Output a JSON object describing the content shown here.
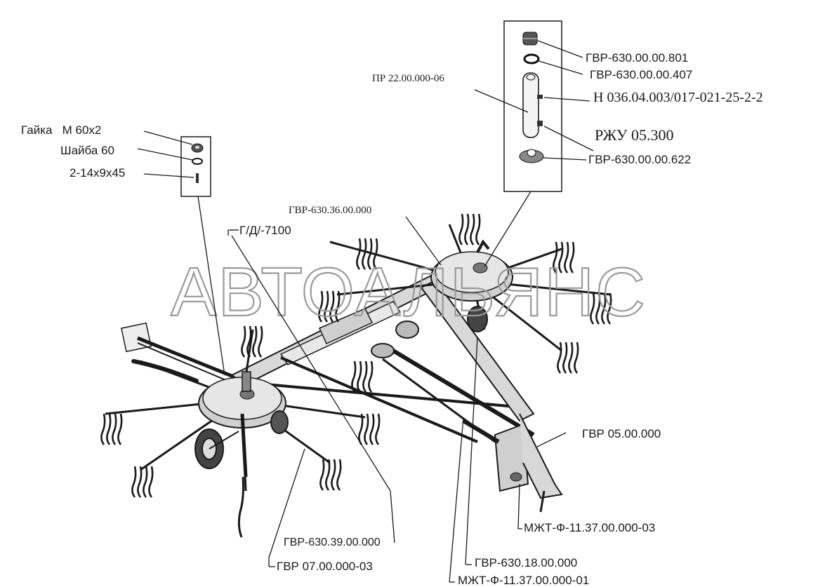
{
  "watermark": "АВТОАЛЬЯНС",
  "labels": {
    "nut_m60": "Гайка   М 60х2",
    "washer60": "Шайба 60",
    "key_2_14": "2-14х9х45",
    "gvr_801": "ГВР-630.00.00.801",
    "gvr_407": "ГВР-630.00.00.407",
    "pr22": "ПР 22.00.000-06",
    "n036": "Н 036.04.003/017-021-25-2-2",
    "rzhu": "РЖУ 05.300",
    "gvr_622": "ГВР-630.00.00.622",
    "gvr_36": "ГВР-630.36.00.000",
    "gd7100": "Г/Д/-7100",
    "gvr05": "ГВР 05.00.000",
    "mzht_03": "МЖТ-Ф-11.37.00.000-03",
    "gvr_39": "ГВР-630.39.00.000",
    "gvr07": "ГВР 07.00.000-03",
    "gvr_18": "ГВР-630.18.00.000",
    "mzht_01": "МЖТ-Ф-11.37.00.000-01"
  }
}
